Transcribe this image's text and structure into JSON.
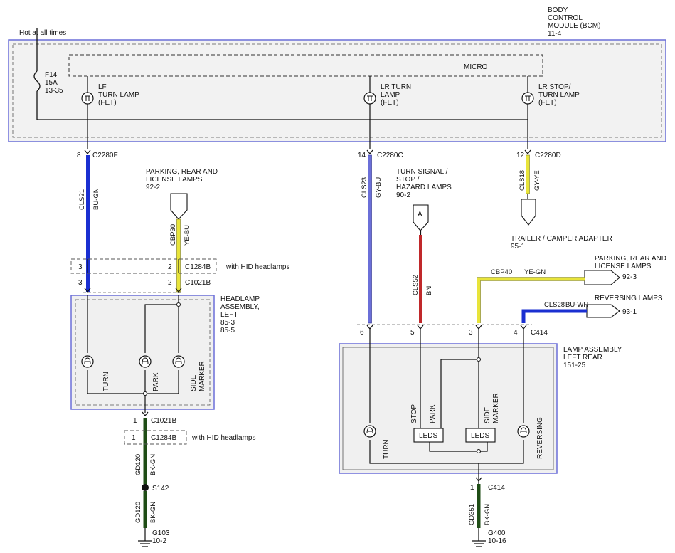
{
  "bcm": {
    "title": [
      "BODY",
      "CONTROL",
      "MODULE (BCM)",
      "11-4"
    ],
    "hot_label": "Hot at all times",
    "fuse": [
      "F14",
      "15A",
      "13-35"
    ],
    "micro_label": "MICRO",
    "outputs": {
      "lf": [
        "LF",
        "TURN LAMP",
        "(FET)"
      ],
      "lr_turn": [
        "LR TURN",
        "LAMP",
        "(FET)"
      ],
      "lr_stop": [
        "LR STOP/",
        "TURN LAMP",
        "(FET)"
      ]
    }
  },
  "left": {
    "c2280f_pin": "8",
    "c2280f": "C2280F",
    "wire_cls21": "CLS21",
    "wire_bu_gn": "BU-GN",
    "parking_ref": [
      "PARKING, REAR AND",
      "LICENSE LAMPS",
      "92-2"
    ],
    "wire_cbp30": "CBP30",
    "wire_ye_bu": "YE-BU",
    "c1284b_pin_a": "3",
    "c1284b_pin_b": "2",
    "c1284b": "C1284B",
    "with_hid": "with HID headlamps",
    "c1021b_pin_a": "3",
    "c1021b_pin_b": "2",
    "c1021b": "C1021B",
    "headlamp_title": [
      "HEADLAMP",
      "ASSEMBLY,",
      "LEFT",
      "85-3",
      "85-5"
    ],
    "bulb_turn": "TURN",
    "bulb_park": "PARK",
    "bulb_side": "SIDE",
    "bulb_marker": "MARKER",
    "c1021b_gnd_pin": "1",
    "c1021b_gnd": "C1021B",
    "c1284b_gnd_pin": "1",
    "c1284b_gnd": "C1284B",
    "with_hid2": "with HID headlamps",
    "wire_gd120": "GD120",
    "wire_bk_gn": "BK-GN",
    "splice": "S142",
    "wire_gd120b": "GD120",
    "wire_bk_gn_b": "BK-GN",
    "ground": [
      "G103",
      "10-2"
    ]
  },
  "right": {
    "c2280c_pin": "14",
    "c2280c": "C2280C",
    "wire_cls23": "CLS23",
    "wire_gy_bu": "GY-BU",
    "turn_ref": [
      "TURN SIGNAL /",
      "STOP /",
      "HAZARD LAMPS",
      "90-2"
    ],
    "conn_a": "A",
    "wire_cls52": "CLS52",
    "wire_bn": "BN",
    "c2280d_pin": "12",
    "c2280d": "C2280D",
    "wire_cls18": "CLS18",
    "wire_gy_ye": "GY-YE",
    "trailer_ref": [
      "TRAILER / CAMPER ADAPTER",
      "95-1"
    ],
    "parking_ref": [
      "PARKING, REAR AND",
      "LICENSE LAMPS",
      "92-3"
    ],
    "wire_cbp40": "CBP40",
    "wire_ye_gn": "YE-GN",
    "reversing_ref": [
      "REVERSING LAMPS",
      "93-1"
    ],
    "wire_cls28": "CLS28",
    "wire_bu_wh": "BU-WH",
    "c414_pins": [
      "6",
      "5",
      "3",
      "4"
    ],
    "c414": "C414",
    "lamp_title": [
      "LAMP ASSEMBLY,",
      "LEFT REAR",
      "151-25"
    ],
    "lbl_stop": "STOP",
    "lbl_park": "PARK",
    "lbl_side": "SIDE",
    "lbl_marker": "MARKER",
    "leds1": "LEDS",
    "leds2": "LEDS",
    "lbl_turn": "TURN",
    "lbl_reversing": "REVERSING",
    "c414_gnd_pin": "1",
    "c414_gnd": "C414",
    "wire_gd351": "GD351",
    "wire_bk_gn": "BK-GN",
    "ground": [
      "G400",
      "10-16"
    ]
  },
  "colors": {
    "blue": "#1a2fd1",
    "yellow": "#e8e43a",
    "red": "#c0282a",
    "dark_green": "#1f4d16",
    "box_border": "#6b6fd8",
    "box_fill": "#f0f0f0"
  }
}
